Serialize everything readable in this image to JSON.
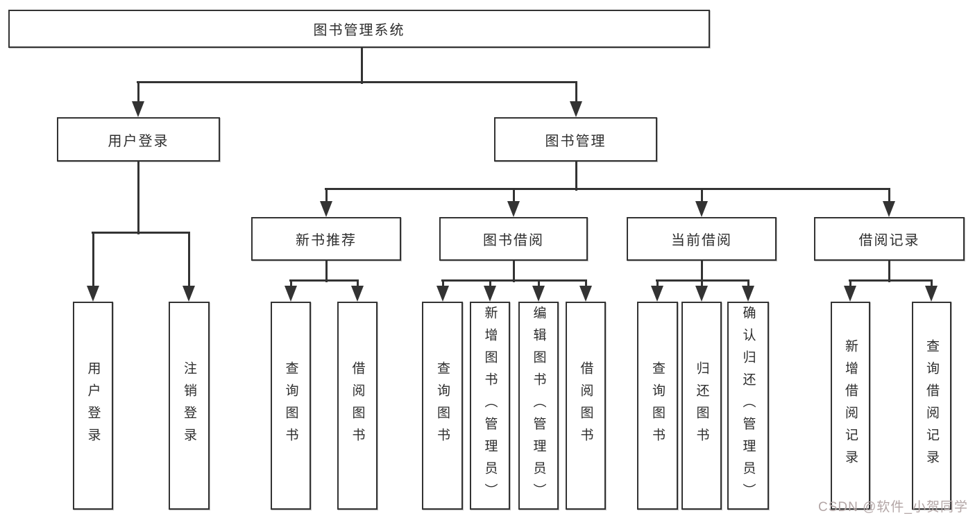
{
  "title": "图书管理系统",
  "level2": {
    "left": "用户登录",
    "right": "图书管理"
  },
  "level3": [
    "新书推荐",
    "图书借阅",
    "当前借阅",
    "借阅记录"
  ],
  "leaves": {
    "login": [
      "用户登录",
      "注销登录"
    ],
    "recommend": [
      "查询图书",
      "借阅图书"
    ],
    "borrow": [
      "查询图书",
      "新增图书（管理员）",
      "编辑图书（管理员）",
      "借阅图书"
    ],
    "current": [
      "查询图书",
      "归还图书",
      "确认归还（管理员）"
    ],
    "records": [
      "新增借阅记录",
      "查询借阅记录"
    ]
  },
  "watermark": {
    "text": "CSDN @软件_小贺同学",
    "color": "#b3a6a6"
  },
  "colors": {
    "line": "#333333",
    "box_border": "#333333",
    "text": "#2d2d2d",
    "background": "#ffffff"
  }
}
